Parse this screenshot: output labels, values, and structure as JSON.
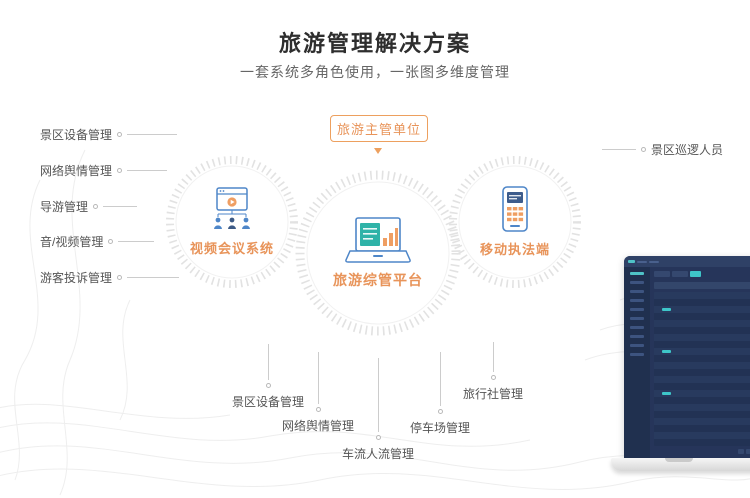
{
  "header": {
    "title": "旅游管理解决方案",
    "subtitle": "一套系统多角色使用，一张图多维度管理"
  },
  "top_badge": {
    "label": "旅游主管单位"
  },
  "circles": [
    {
      "id": "video-conference",
      "label": "视频会议系统",
      "icon": "video-conference-icon"
    },
    {
      "id": "platform",
      "label": "旅游综管平台",
      "icon": "dashboard-laptop-icon"
    },
    {
      "id": "mobile-enforcement",
      "label": "移动执法端",
      "icon": "mobile-terminal-icon"
    }
  ],
  "left_items": [
    "景区设备管理",
    "网络舆情管理",
    "导游管理",
    "音/视频管理",
    "游客投诉管理"
  ],
  "right_item": "景区巡逻人员",
  "bottom_items": [
    "景区设备管理",
    "网络舆情管理",
    "车流人流管理",
    "停车场管理",
    "旅行社管理"
  ],
  "colors": {
    "accent_orange": "#ED9D63",
    "icon_blue": "#4E86C8",
    "teal": "#2FB3A8",
    "dashboard_navy": "#26355A",
    "dashboard_cyan": "#3EC6C9",
    "line_gray": "#CCCCCC",
    "text_dark": "#2E2E2E",
    "text_gray": "#666666"
  }
}
